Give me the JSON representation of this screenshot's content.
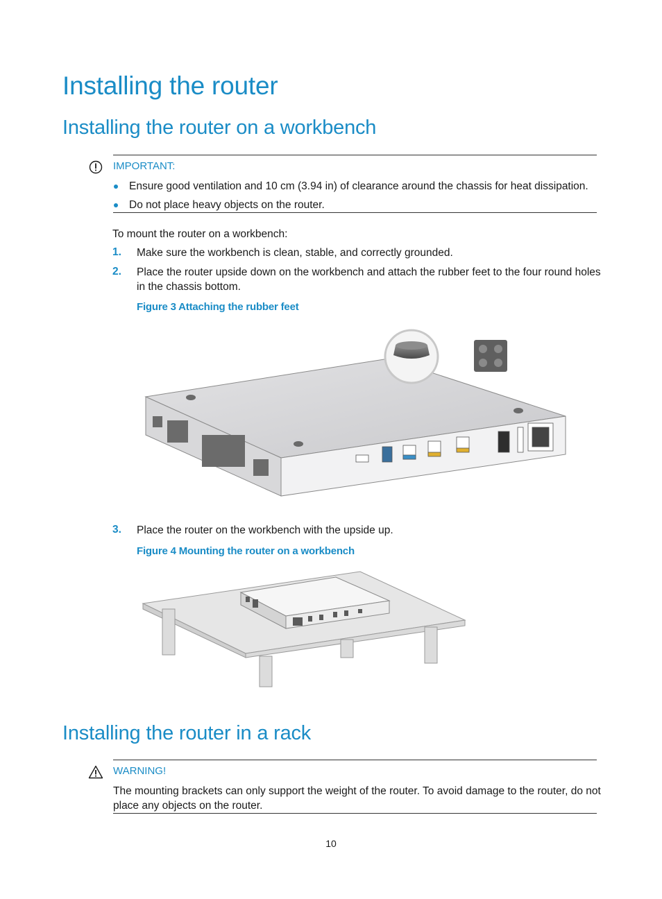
{
  "chapter_title": "Installing the router",
  "section_workbench": {
    "title": "Installing the router on a workbench",
    "important": {
      "label": "IMPORTANT:",
      "icon": "important-icon",
      "items": [
        "Ensure good ventilation and 10 cm (3.94 in) of clearance around the chassis for heat dissipation.",
        "Do not place heavy objects on the router."
      ]
    },
    "intro": "To mount the router on a workbench:",
    "steps": [
      {
        "num": "1.",
        "text": "Make sure the workbench is clean, stable, and correctly grounded."
      },
      {
        "num": "2.",
        "text_line1": "Place the router upside down on the workbench and attach the rubber feet to the four round holes",
        "text_line2": "in the chassis bottom."
      },
      {
        "num": "3.",
        "text": "Place the router on the workbench with the upside up."
      }
    ],
    "figure3_caption": "Figure 3 Attaching the rubber feet",
    "figure4_caption": "Figure 4 Mounting the router on a workbench"
  },
  "section_rack": {
    "title": "Installing the router in a rack",
    "warning": {
      "label": "WARNING!",
      "icon": "warning-icon",
      "text_line1": "The mounting brackets can only support the weight of the router. To avoid damage to the router, do not",
      "text_line2": "place any objects on the router."
    }
  },
  "page_number": "10",
  "colors": {
    "accent": "#1a8cc6",
    "text": "#1a1a1a",
    "rule": "#333333"
  }
}
